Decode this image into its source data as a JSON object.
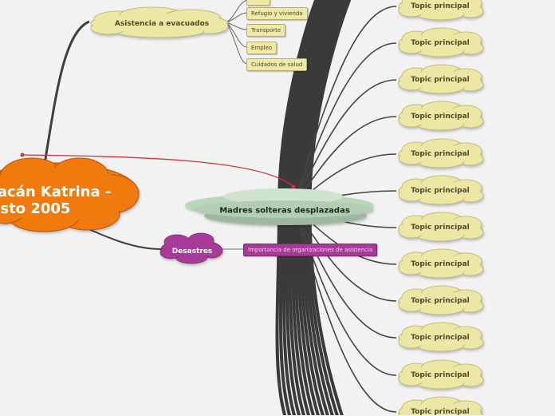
{
  "central": {
    "line1": "racán Katrina -",
    "line2": "osto 2005",
    "color": "#f07a10"
  },
  "main": {
    "label": "Madres solteras desplazadas",
    "color": "#b8d4b8"
  },
  "assist": {
    "label": "Asistencia a evacuados",
    "items": [
      "Refugio y vivienda",
      "Transporte",
      "Empleo",
      "Cuidados de salud"
    ]
  },
  "disasters": {
    "label": "Desastres",
    "child": "Importancia de organizaciones de asistencia",
    "color": "#a83a9a"
  },
  "topics": [
    "Topic principal",
    "Topic principal",
    "Topic principal",
    "Topic principal",
    "Topic principal",
    "Topic principal",
    "Topic principal",
    "Topic principal",
    "Topic principal",
    "Topic principal",
    "Topic principal",
    "Topic principal"
  ],
  "colors": {
    "cloud": "#ede7a6",
    "cloud_stroke": "#b9b36e",
    "background": "#f2f2f2",
    "link": "#3f3f3f",
    "relation": "#cc3344"
  }
}
